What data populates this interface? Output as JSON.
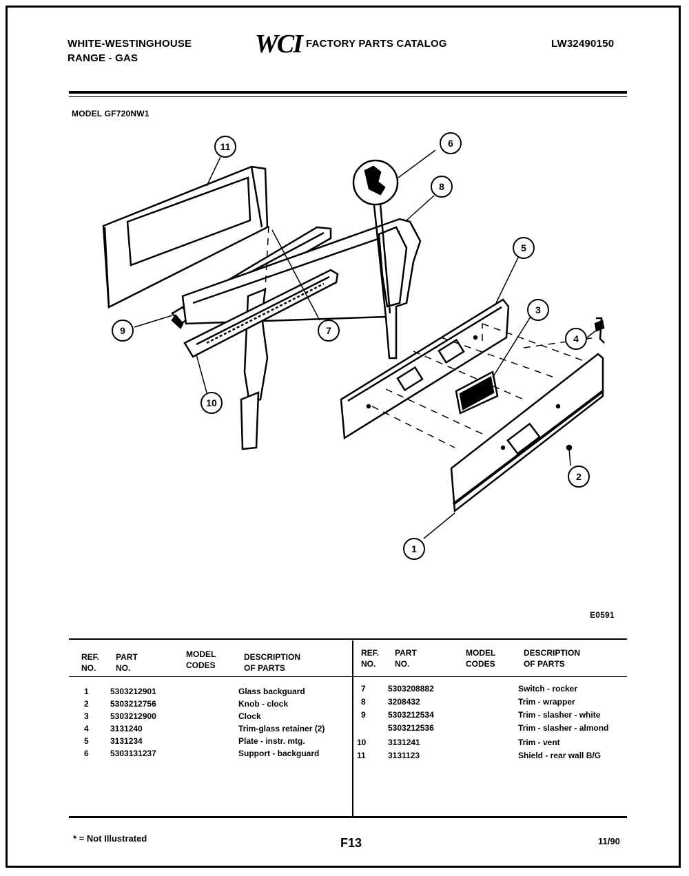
{
  "header": {
    "brand_line1": "WHITE-WESTINGHOUSE",
    "brand_line2": "RANGE - GAS",
    "logo": "WCI",
    "catalog_title": "FACTORY PARTS CATALOG",
    "catalog_number": "LW32490150"
  },
  "model": "MODEL GF720NW1",
  "diagram": {
    "code": "E0591",
    "callouts": [
      "1",
      "2",
      "3",
      "4",
      "5",
      "6",
      "7",
      "8",
      "9",
      "10",
      "11"
    ]
  },
  "table": {
    "headers_left": {
      "ref": [
        "REF.",
        "NO."
      ],
      "part": [
        "PART",
        "NO."
      ],
      "model": [
        "MODEL",
        "CODES"
      ],
      "desc": [
        "DESCRIPTION",
        "OF PARTS"
      ]
    },
    "headers_right": {
      "ref": [
        "REF.",
        "NO."
      ],
      "part": [
        "PART",
        "NO."
      ],
      "model": [
        "MODEL",
        "CODES"
      ],
      "desc": [
        "DESCRIPTION",
        "OF PARTS"
      ]
    },
    "rows_left": [
      {
        "ref": "1",
        "part": "5303212901",
        "desc": "Glass backguard"
      },
      {
        "ref": "2",
        "part": "5303212756",
        "desc": "Knob - clock"
      },
      {
        "ref": "3",
        "part": "5303212900",
        "desc": "Clock"
      },
      {
        "ref": "4",
        "part": "3131240",
        "desc": "Trim-glass retainer (2)"
      },
      {
        "ref": "5",
        "part": "3131234",
        "desc": "Plate - instr. mtg."
      },
      {
        "ref": "6",
        "part": "5303131237",
        "desc": "Support - backguard"
      }
    ],
    "rows_right": [
      {
        "ref": "7",
        "part": "5303208882",
        "desc": "Switch - rocker"
      },
      {
        "ref": "8",
        "part": "3208432",
        "desc": "Trim - wrapper"
      },
      {
        "ref": "9",
        "part": "5303212534",
        "desc": "Trim - slasher - white"
      },
      {
        "ref": "",
        "part": "5303212536",
        "desc": "Trim - slasher - almond"
      },
      {
        "ref": "10",
        "part": "3131241",
        "desc": "Trim - vent"
      },
      {
        "ref": "11",
        "part": "3131123",
        "desc": "Shield - rear wall B/G"
      }
    ]
  },
  "footer": {
    "note": "* = Not Illustrated",
    "page": "F13",
    "date": "11/90"
  }
}
